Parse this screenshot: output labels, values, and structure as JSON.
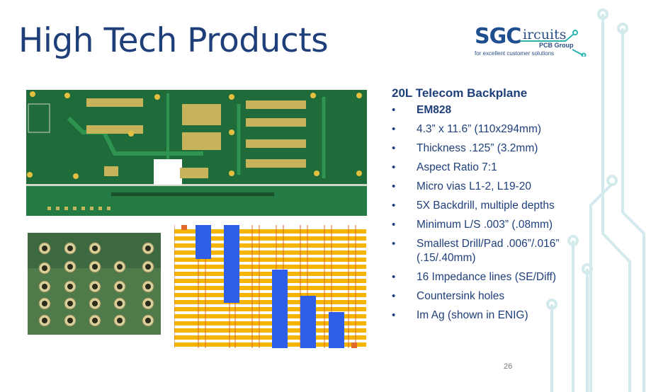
{
  "slide": {
    "title": "High Tech Products",
    "page_number": "26"
  },
  "logo": {
    "main": "SGC",
    "suffix": "ircuits",
    "group": "PCB Group",
    "tagline": "for excellent customer solutions"
  },
  "spec": {
    "heading": "20L Telecom Backplane",
    "items": [
      {
        "text": "EM828",
        "bold": true
      },
      {
        "text": "4.3” x 11.6” (110x294mm)"
      },
      {
        "text": "Thickness .125” (3.2mm)"
      },
      {
        "text": "Aspect Ratio 7:1"
      },
      {
        "text": "Micro vias L1-2, L19-20"
      },
      {
        "text": "5X Backdrill, multiple depths"
      },
      {
        "text": "Minimum L/S .003” (.08mm)"
      },
      {
        "text": "Smallest Drill/Pad .006”/.016” (.15/.40mm)"
      },
      {
        "text": "16 Impedance lines (SE/Diff)"
      },
      {
        "text": "Countersink holes"
      },
      {
        "text": "Im Ag (shown in ENIG)"
      }
    ],
    "bullet": "•"
  },
  "colors": {
    "title": "#1f3f7a",
    "pcb_green": "#1f6b3a",
    "copper_gold": "#f5b400",
    "via_blue": "#2f5fe8",
    "decor_teal": "#cfe8ea"
  },
  "images": [
    {
      "name": "backplane-board-photo",
      "icon": "pcb-board-image"
    },
    {
      "name": "plated-holes-closeup",
      "icon": "via-holes-image"
    },
    {
      "name": "cross-section-diagram",
      "icon": "backdrill-cross-section-image"
    }
  ]
}
